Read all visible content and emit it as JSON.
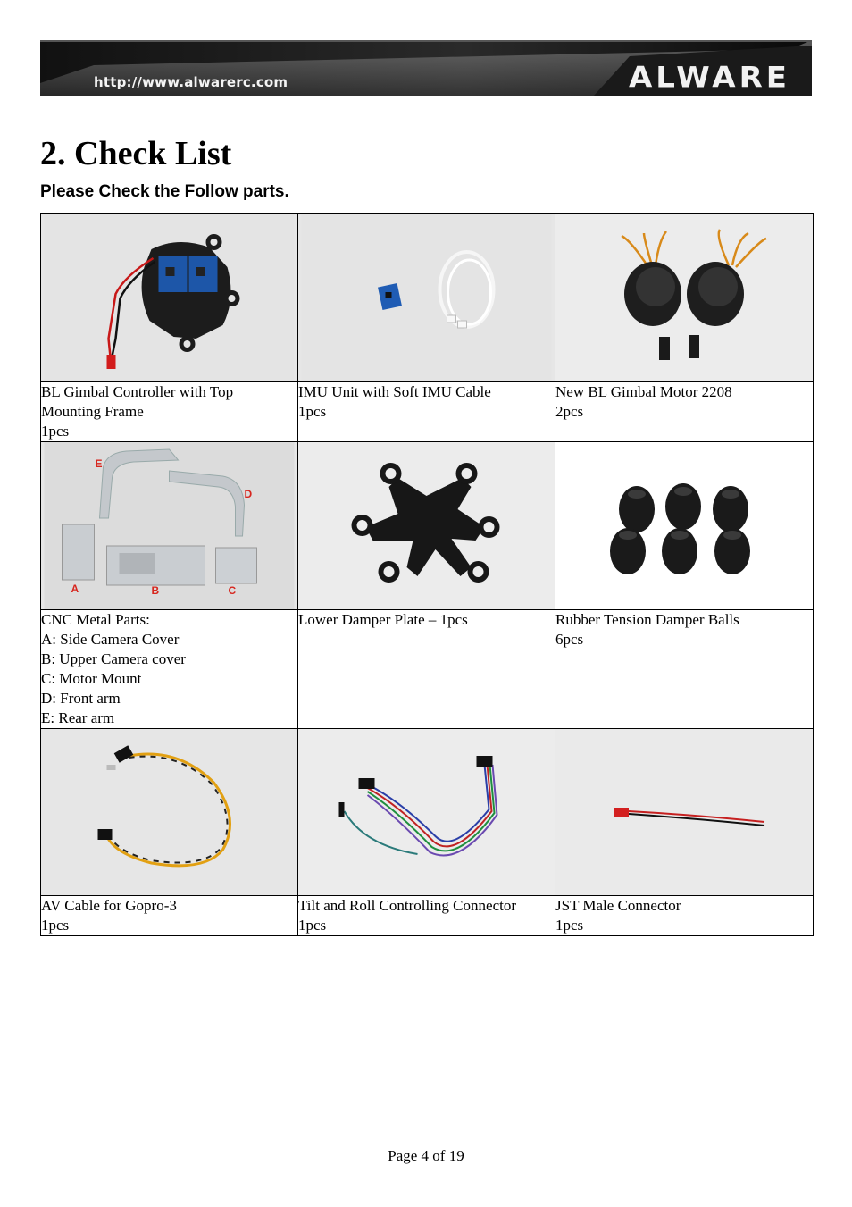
{
  "header": {
    "url": "http://www.alwarerc.com",
    "logo_text": "ALWARE"
  },
  "page": {
    "title": "2. Check List",
    "subtitle": "Please Check the Follow parts.",
    "footer": "Page 4 of 19"
  },
  "rows": [
    {
      "items": [
        {
          "photo_icon": "gimbal-controller-photo",
          "lines": [
            "BL Gimbal Controller with Top",
            "Mounting Frame",
            "1pcs"
          ]
        },
        {
          "photo_icon": "imu-unit-photo",
          "lines": [
            "IMU Unit with Soft IMU Cable",
            "1pcs"
          ]
        },
        {
          "photo_icon": "gimbal-motor-photo",
          "lines": [
            "New BL Gimbal Motor 2208",
            "2pcs"
          ]
        }
      ]
    },
    {
      "items": [
        {
          "photo_icon": "cnc-metal-parts-photo",
          "photo_labels": [
            "E",
            "D",
            "A",
            "B",
            "C"
          ],
          "lines": [
            "CNC Metal Parts:",
            "A: Side Camera Cover",
            "B: Upper Camera cover",
            "C: Motor Mount",
            "D: Front arm",
            "E: Rear arm"
          ]
        },
        {
          "photo_icon": "damper-plate-photo",
          "lines": [
            "Lower Damper Plate – 1pcs"
          ]
        },
        {
          "photo_icon": "damper-balls-photo",
          "lines": [
            "Rubber Tension Damper Balls",
            "6pcs"
          ]
        }
      ]
    },
    {
      "items": [
        {
          "photo_icon": "av-cable-photo",
          "lines": [
            "AV Cable for Gopro-3",
            "1pcs"
          ]
        },
        {
          "photo_icon": "connector-cable-photo",
          "lines": [
            "Tilt and Roll Controlling Connector",
            "1pcs"
          ]
        },
        {
          "photo_icon": "jst-connector-photo",
          "lines": [
            "JST Male Connector",
            "1pcs"
          ]
        }
      ]
    }
  ]
}
